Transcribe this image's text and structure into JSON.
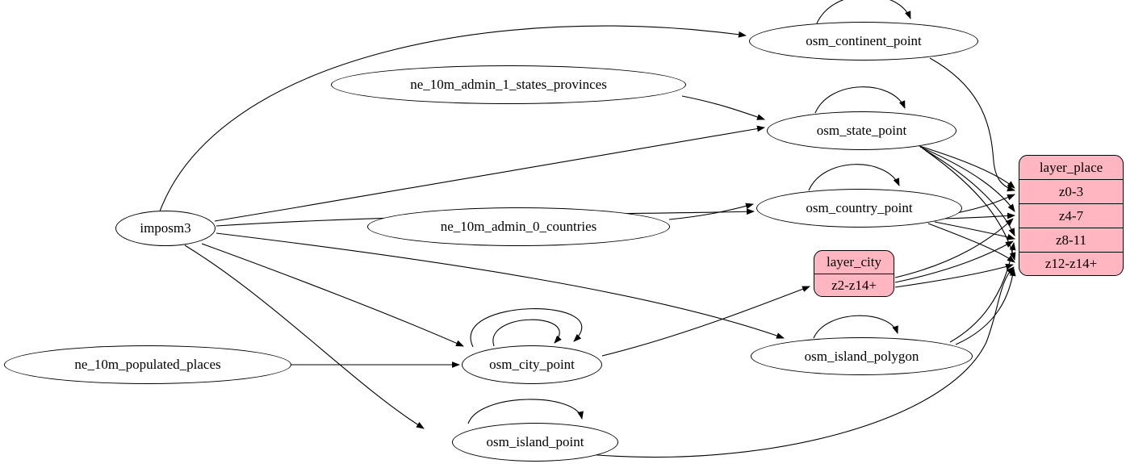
{
  "diagram": {
    "kind": "etl-dataflow-graph",
    "colors": {
      "layer_node_fill": "#FFB6C1",
      "table_node_fill": "#ffffff",
      "stroke": "#000000",
      "background": "#ffffff"
    },
    "nodes": {
      "imposm3": {
        "label": "imposm3"
      },
      "ne_10m_admin_1_states_provinces": {
        "label": "ne_10m_admin_1_states_provinces"
      },
      "ne_10m_admin_0_countries": {
        "label": "ne_10m_admin_0_countries"
      },
      "ne_10m_populated_places": {
        "label": "ne_10m_populated_places"
      },
      "osm_continent_point": {
        "label": "osm_continent_point"
      },
      "osm_state_point": {
        "label": "osm_state_point"
      },
      "osm_country_point": {
        "label": "osm_country_point"
      },
      "osm_city_point": {
        "label": "osm_city_point"
      },
      "osm_island_polygon": {
        "label": "osm_island_polygon"
      },
      "osm_island_point": {
        "label": "osm_island_point"
      },
      "layer_city": {
        "title": "layer_city",
        "rows": [
          "z2-z14+"
        ]
      },
      "layer_place": {
        "title": "layer_place",
        "rows": [
          "z0-3",
          "z4-7",
          "z8-11",
          "z12-z14+"
        ]
      }
    },
    "edges": [
      {
        "from": "imposm3",
        "to": "osm_continent_point"
      },
      {
        "from": "imposm3",
        "to": "osm_state_point"
      },
      {
        "from": "imposm3",
        "to": "osm_country_point"
      },
      {
        "from": "imposm3",
        "to": "osm_city_point"
      },
      {
        "from": "imposm3",
        "to": "osm_island_point"
      },
      {
        "from": "imposm3",
        "to": "osm_island_polygon"
      },
      {
        "from": "ne_10m_admin_1_states_provinces",
        "to": "osm_state_point"
      },
      {
        "from": "ne_10m_admin_0_countries",
        "to": "osm_country_point"
      },
      {
        "from": "ne_10m_populated_places",
        "to": "osm_city_point"
      },
      {
        "from": "osm_continent_point",
        "to": "osm_continent_point"
      },
      {
        "from": "osm_state_point",
        "to": "osm_state_point"
      },
      {
        "from": "osm_country_point",
        "to": "osm_country_point"
      },
      {
        "from": "osm_city_point",
        "to": "osm_city_point"
      },
      {
        "from": "osm_city_point",
        "to": "osm_city_point"
      },
      {
        "from": "osm_island_polygon",
        "to": "osm_island_polygon"
      },
      {
        "from": "osm_island_point",
        "to": "osm_island_point"
      },
      {
        "from": "osm_city_point",
        "to": "layer_city:z2-z14+"
      },
      {
        "from": "osm_continent_point",
        "to": "layer_place:z0-3"
      },
      {
        "from": "osm_state_point",
        "to": "layer_place:z0-3"
      },
      {
        "from": "osm_state_point",
        "to": "layer_place:z4-7"
      },
      {
        "from": "osm_state_point",
        "to": "layer_place:z8-11"
      },
      {
        "from": "osm_state_point",
        "to": "layer_place:z12-z14+"
      },
      {
        "from": "osm_country_point",
        "to": "layer_place:z0-3"
      },
      {
        "from": "osm_country_point",
        "to": "layer_place:z4-7"
      },
      {
        "from": "osm_country_point",
        "to": "layer_place:z8-11"
      },
      {
        "from": "osm_country_point",
        "to": "layer_place:z12-z14+"
      },
      {
        "from": "layer_city",
        "to": "layer_place:z4-7"
      },
      {
        "from": "layer_city",
        "to": "layer_place:z8-11"
      },
      {
        "from": "layer_city",
        "to": "layer_place:z12-z14+"
      },
      {
        "from": "osm_island_polygon",
        "to": "layer_place:z8-11"
      },
      {
        "from": "osm_island_polygon",
        "to": "layer_place:z12-z14+"
      },
      {
        "from": "osm_island_point",
        "to": "layer_place:z12-z14+"
      }
    ]
  }
}
